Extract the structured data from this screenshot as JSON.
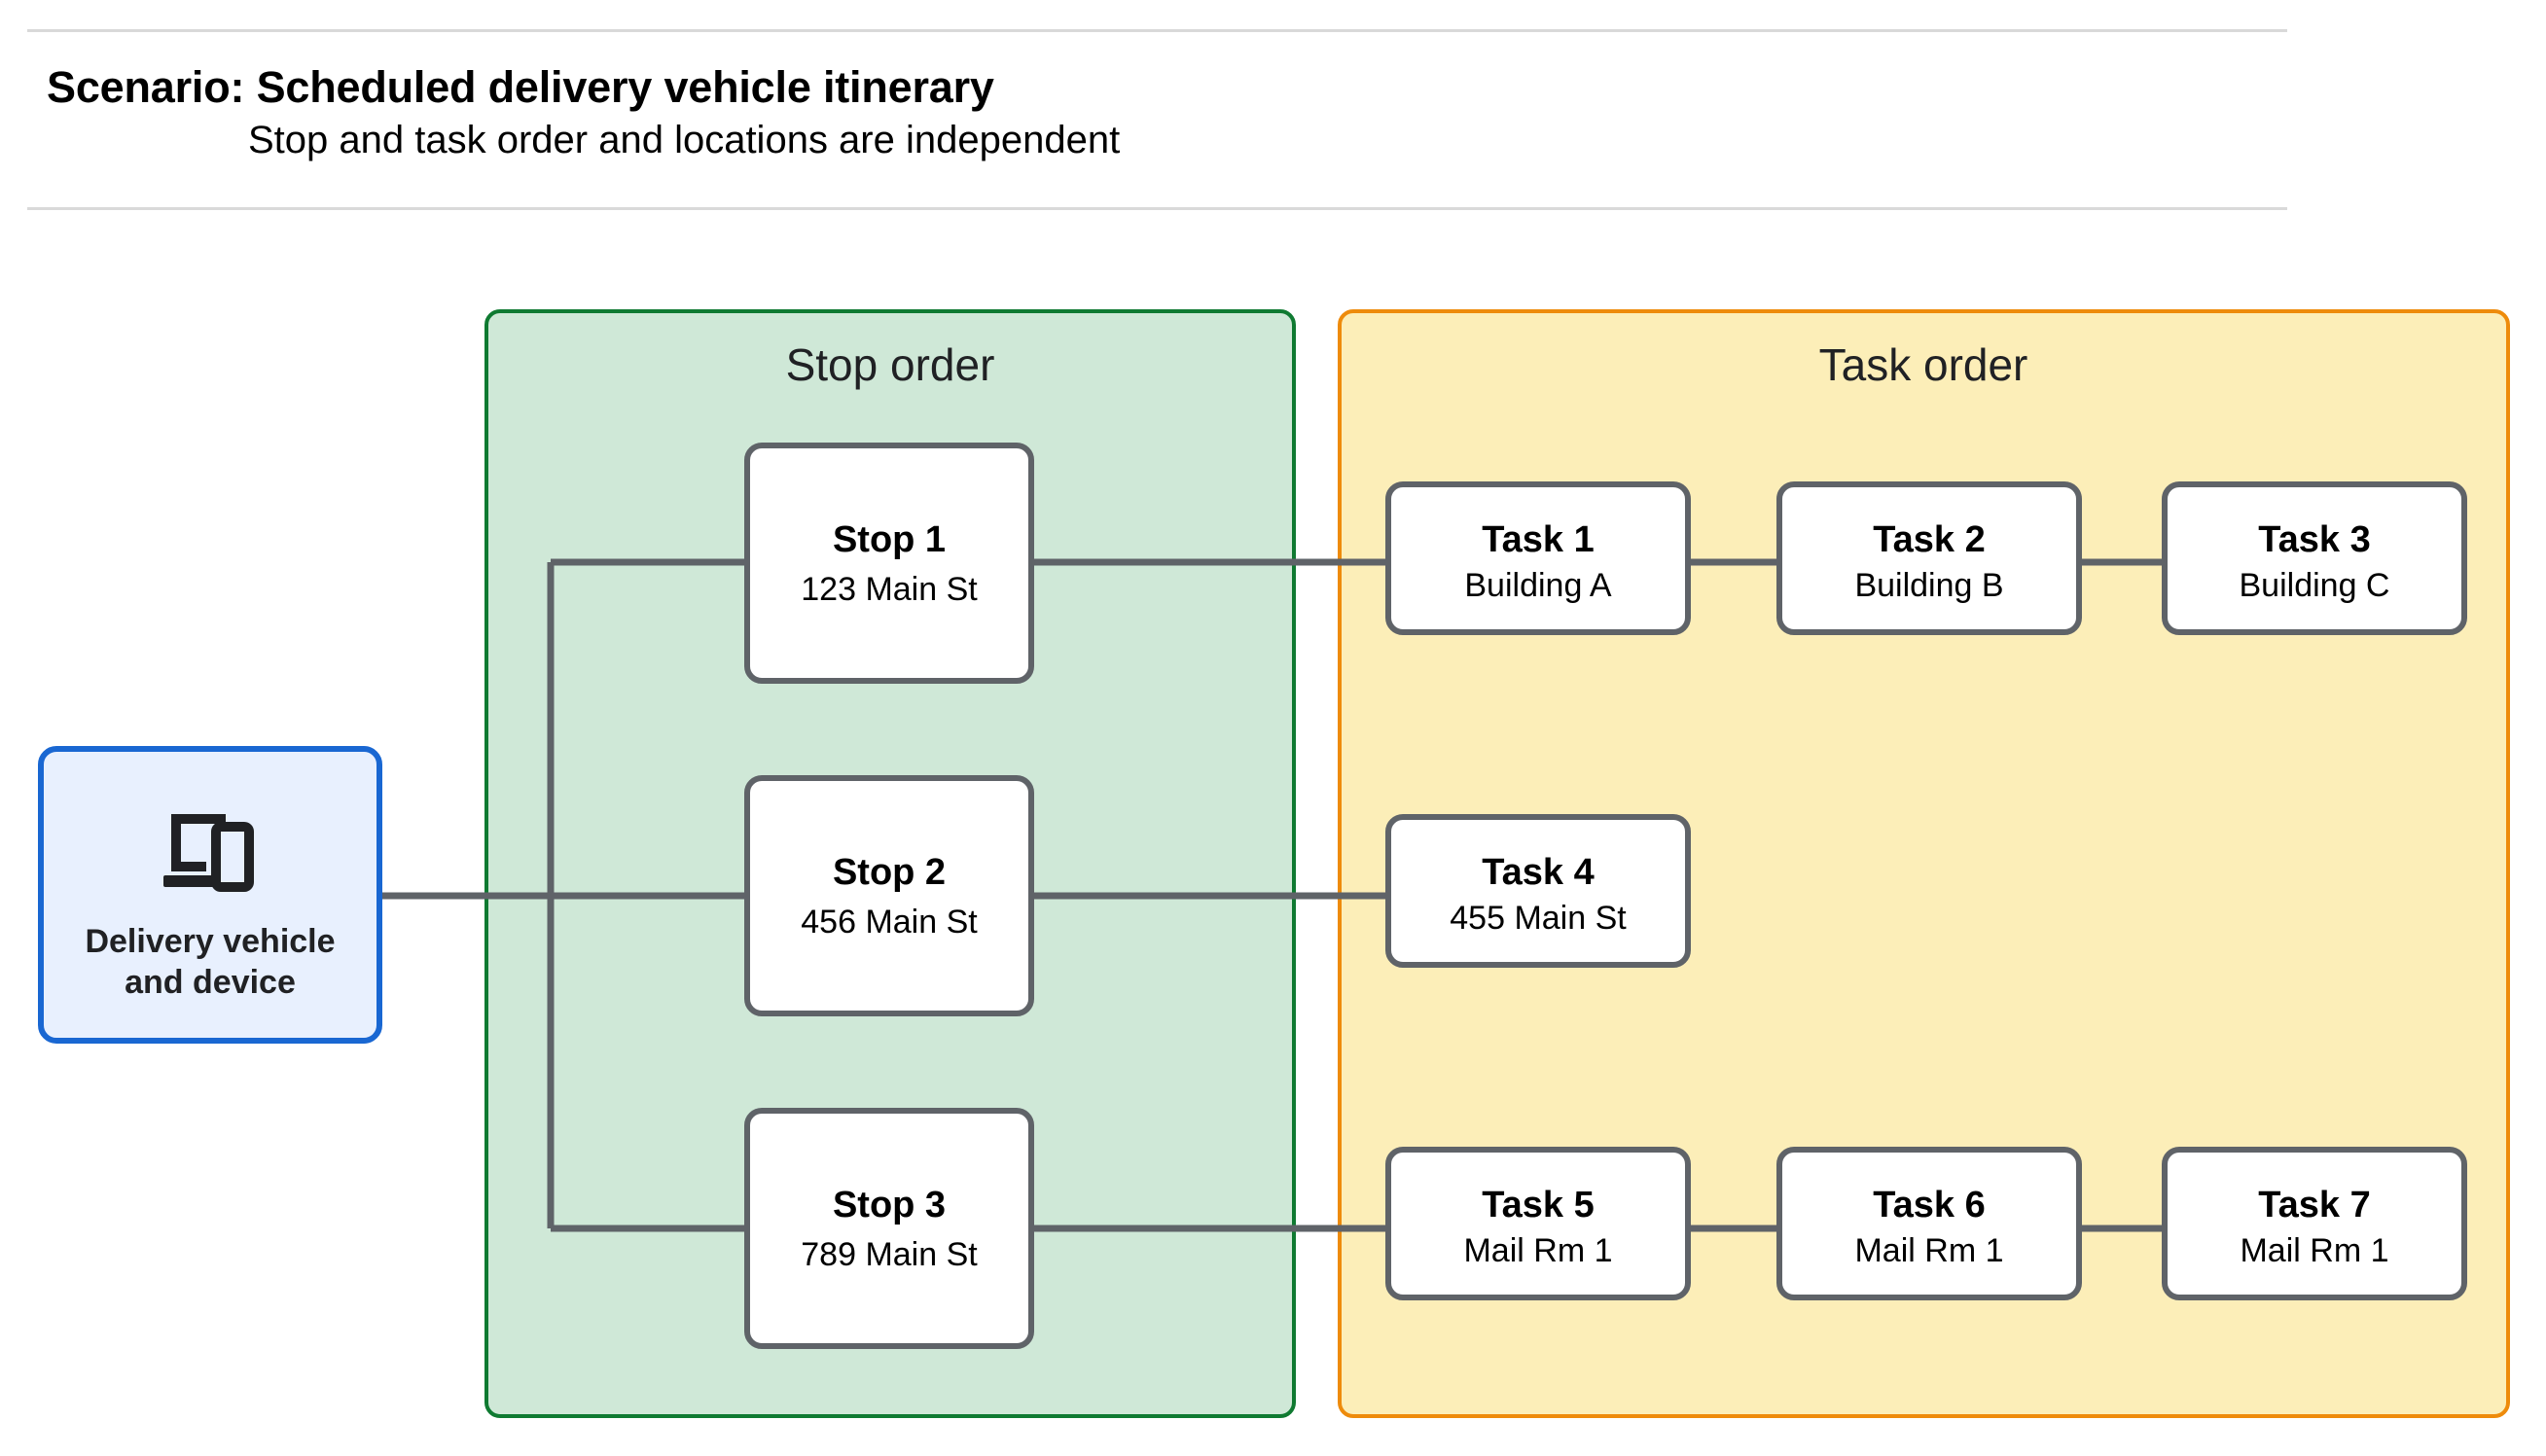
{
  "header": {
    "title": "Scenario: Scheduled delivery vehicle itinerary",
    "subtitle": "Stop and task order and locations are independent"
  },
  "colors": {
    "stop_panel_fill": "#cfe8d7",
    "stop_panel_border": "#0f7a31",
    "task_panel_fill": "#fceeb8",
    "task_panel_border": "#ee8b0b",
    "device_fill": "#e8f0fe",
    "device_border": "#1967d2",
    "node_border": "#5f6368",
    "node_fill": "#ffffff",
    "edge": "#5f6368",
    "rule": "#d9d9d9"
  },
  "device": {
    "icon": "devices-icon",
    "label_line1": "Delivery vehicle",
    "label_line2": "and device"
  },
  "stop_panel": {
    "title": "Stop order",
    "stops": [
      {
        "title": "Stop 1",
        "subtitle": "123 Main St"
      },
      {
        "title": "Stop 2",
        "subtitle": "456 Main St"
      },
      {
        "title": "Stop 3",
        "subtitle": "789 Main St"
      }
    ]
  },
  "task_panel": {
    "title": "Task order",
    "rows": [
      {
        "tasks": [
          {
            "title": "Task 1",
            "subtitle": "Building A"
          },
          {
            "title": "Task 2",
            "subtitle": "Building B"
          },
          {
            "title": "Task 3",
            "subtitle": "Building C"
          }
        ]
      },
      {
        "tasks": [
          {
            "title": "Task 4",
            "subtitle": "455 Main St"
          }
        ]
      },
      {
        "tasks": [
          {
            "title": "Task 5",
            "subtitle": "Mail Rm 1"
          },
          {
            "title": "Task 6",
            "subtitle": "Mail Rm 1"
          },
          {
            "title": "Task 7",
            "subtitle": "Mail Rm 1"
          }
        ]
      }
    ]
  }
}
